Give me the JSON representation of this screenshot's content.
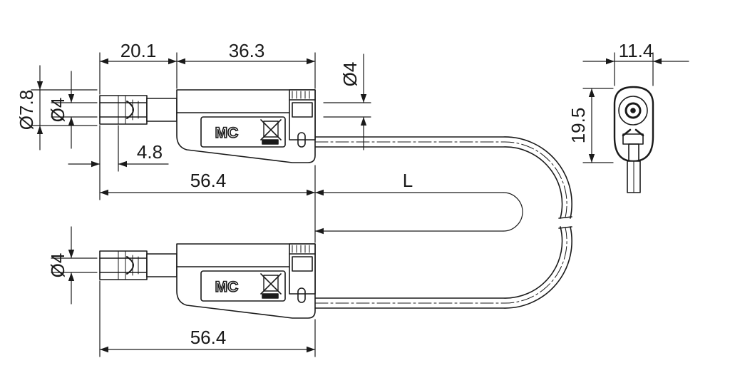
{
  "dimensions": {
    "top_connector_length": "20.1",
    "top_body_length": "36.3",
    "top_socket_diameter": "Ø4",
    "top_outer_diameter": "Ø7.8",
    "top_pin_diameter": "Ø4",
    "top_pin_offset": "4.8",
    "top_overall_length": "56.4",
    "cable_length": "L",
    "bottom_pin_diameter": "Ø4",
    "bottom_overall_length": "56.4",
    "side_width": "11.4",
    "side_height": "19.5"
  },
  "logo": "MC",
  "colors": {
    "line": "#1a1a1a",
    "background": "#ffffff"
  }
}
